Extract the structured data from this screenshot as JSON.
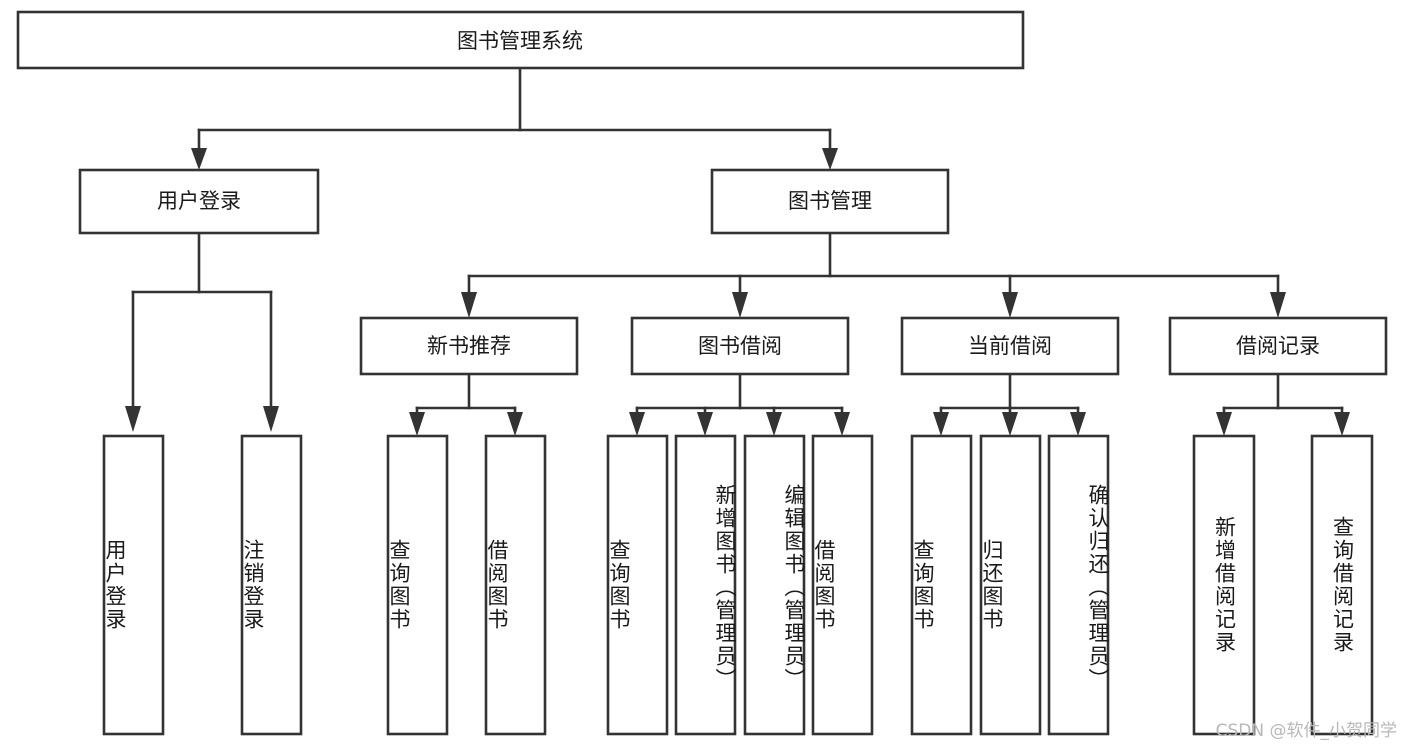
{
  "diagram": {
    "type": "tree",
    "title": "图书管理系统",
    "watermark": "CSDN @软件_小贺同学",
    "colors": {
      "box_stroke": "#333333",
      "box_fill": "#ffffff",
      "text": "#1a1a1a",
      "background": "#ffffff",
      "watermark": "#b8b8b8"
    },
    "root": {
      "id": "root",
      "label": "图书管理系统"
    },
    "level1": [
      {
        "id": "n-user-login",
        "label": "用户登录"
      },
      {
        "id": "n-book-mgmt",
        "label": "图书管理"
      }
    ],
    "level2": [
      {
        "id": "n-new-book-rec",
        "label": "新书推荐",
        "parent": "n-book-mgmt"
      },
      {
        "id": "n-book-borrow",
        "label": "图书借阅",
        "parent": "n-book-mgmt"
      },
      {
        "id": "n-current-borrow",
        "label": "当前借阅",
        "parent": "n-book-mgmt"
      },
      {
        "id": "n-borrow-record",
        "label": "借阅记录",
        "parent": "n-book-mgmt"
      }
    ],
    "leaves": [
      {
        "id": "l-user-login",
        "label": "用户登录",
        "parent": "n-user-login"
      },
      {
        "id": "l-user-logout",
        "label": "注销登录",
        "parent": "n-user-login"
      },
      {
        "id": "l-rec-query-book",
        "label": "查询图书",
        "parent": "n-new-book-rec"
      },
      {
        "id": "l-rec-borrow-book",
        "label": "借阅图书",
        "parent": "n-new-book-rec"
      },
      {
        "id": "l-borrow-query-book",
        "label": "查询图书",
        "parent": "n-book-borrow"
      },
      {
        "id": "l-borrow-add-book",
        "label": "新增图书（管理员）",
        "parent": "n-book-borrow"
      },
      {
        "id": "l-borrow-edit-book",
        "label": "编辑图书（管理员）",
        "parent": "n-book-borrow"
      },
      {
        "id": "l-borrow-borrow-book",
        "label": "借阅图书",
        "parent": "n-book-borrow"
      },
      {
        "id": "l-cur-query-book",
        "label": "查询图书",
        "parent": "n-current-borrow"
      },
      {
        "id": "l-cur-return-book",
        "label": "归还图书",
        "parent": "n-current-borrow"
      },
      {
        "id": "l-cur-confirm-return",
        "label": "确认归还（管理员）",
        "parent": "n-current-borrow"
      },
      {
        "id": "l-rec-add-record",
        "label": "新增借阅记录",
        "parent": "n-borrow-record"
      },
      {
        "id": "l-rec-query-record",
        "label": "查询借阅记录",
        "parent": "n-borrow-record"
      }
    ]
  }
}
